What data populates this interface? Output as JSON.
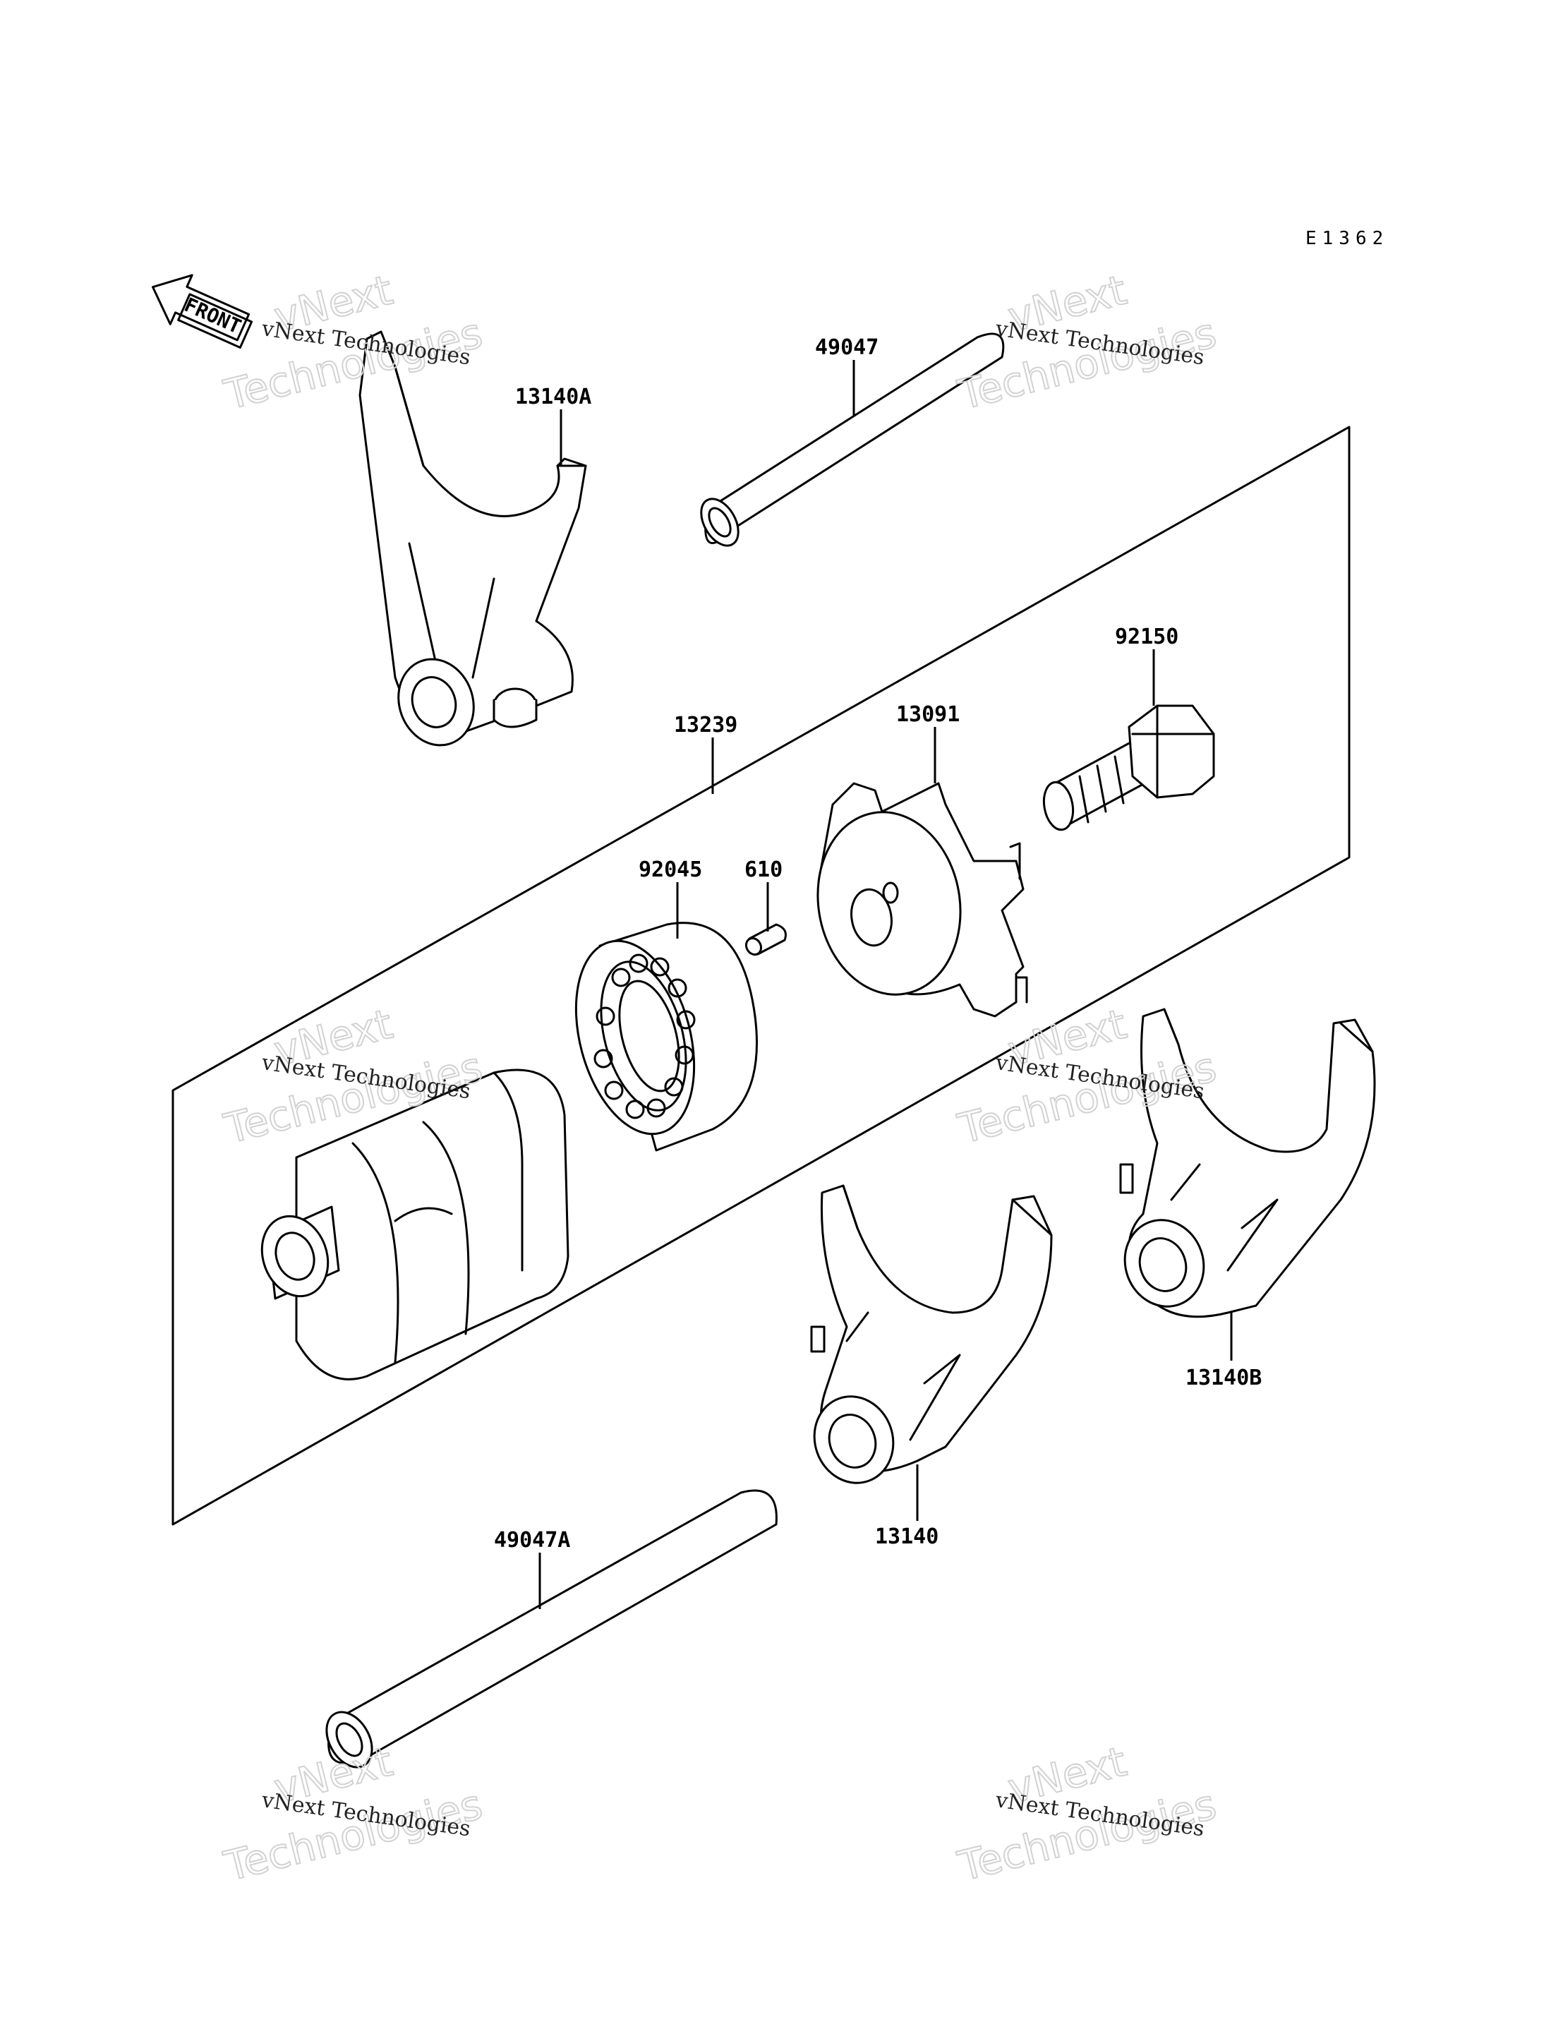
{
  "diagram_code": "E1362",
  "front_label": "FRONT",
  "watermark": {
    "line1": "vNext Technologies",
    "line2": "vNext",
    "line3": "Technologies"
  },
  "parts": [
    {
      "id": "13140A",
      "label": "13140A"
    },
    {
      "id": "49047",
      "label": "49047"
    },
    {
      "id": "92150",
      "label": "92150"
    },
    {
      "id": "13239",
      "label": "13239"
    },
    {
      "id": "13091",
      "label": "13091"
    },
    {
      "id": "92045",
      "label": "92045"
    },
    {
      "id": "610",
      "label": "610"
    },
    {
      "id": "13140B",
      "label": "13140B"
    },
    {
      "id": "13140",
      "label": "13140"
    },
    {
      "id": "49047A",
      "label": "49047A"
    }
  ]
}
